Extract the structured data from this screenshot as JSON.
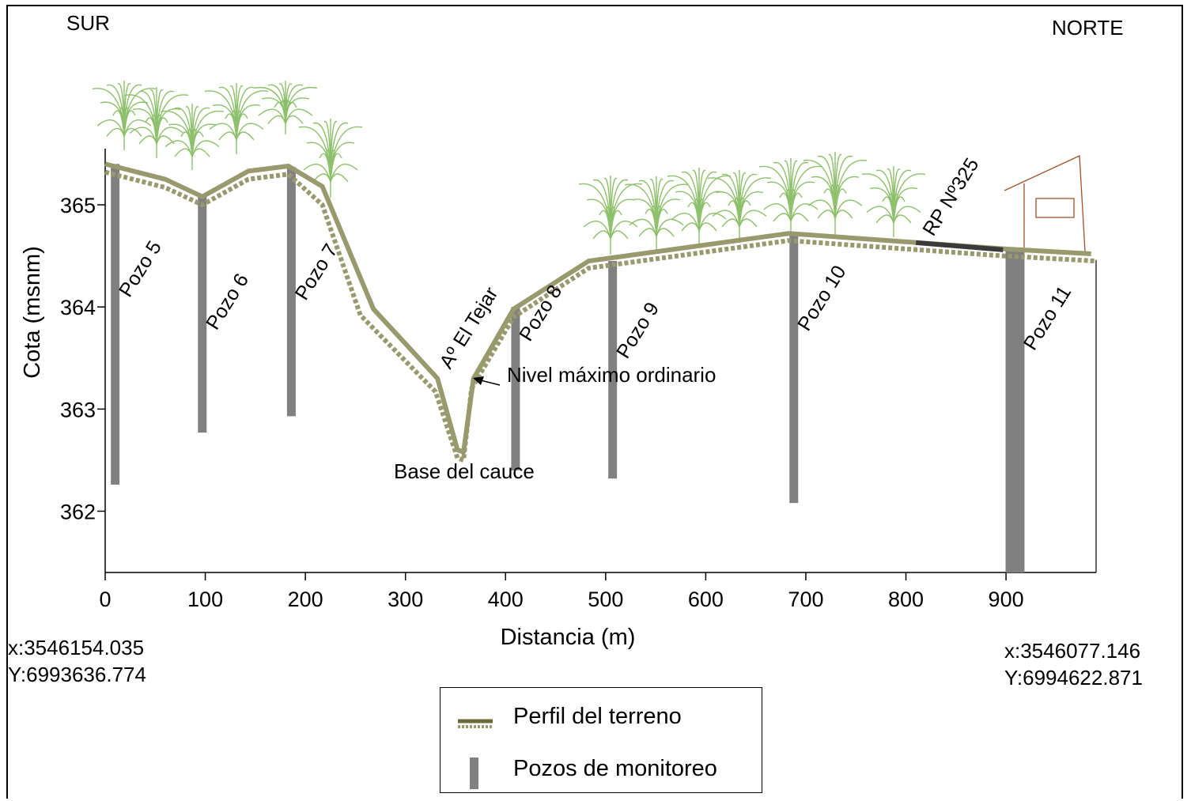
{
  "directions": {
    "left": "SUR",
    "right": "NORTE"
  },
  "coords": {
    "left_x": "x:3546154.035",
    "left_y": "Y:6993636.774",
    "right_x": "x:3546077.146",
    "right_y": "Y:6994622.871"
  },
  "legend": {
    "terrain": "Perfil del terreno",
    "wells": "Pozos de monitoreo"
  },
  "annotations": {
    "stream": "Aº El Tejar",
    "water_level": "Nivel máximo ordinario",
    "channel_base": "Base del cauce",
    "road": "RP Nº325"
  },
  "colors": {
    "terrain": "#989A6E",
    "terrain_dark": "#6B6B3A",
    "well": "#808080",
    "plant": "#8DC06A",
    "house": "#A0522D",
    "road": "#3A3A3A"
  },
  "chart_data": {
    "type": "line",
    "xlabel": "Distancia (m)",
    "ylabel": "Cota (msnm)",
    "xlim": [
      0,
      990
    ],
    "ylim": [
      361.4,
      365.55
    ],
    "xticks": [
      0,
      100,
      200,
      300,
      400,
      500,
      600,
      700,
      800,
      900
    ],
    "yticks": [
      362,
      363,
      364,
      365
    ],
    "series": [
      {
        "name": "Perfil del terreno",
        "x": [
          0,
          60,
          97,
          143,
          183,
          217,
          268,
          332,
          352,
          358,
          368,
          408,
          483,
          683,
          897,
          985
        ],
        "y": [
          365.4,
          365.25,
          365.08,
          365.33,
          365.38,
          365.18,
          363.98,
          363.3,
          362.6,
          362.58,
          363.3,
          363.98,
          364.45,
          364.72,
          364.57,
          364.52
        ]
      }
    ],
    "subsurface_line": {
      "x": [
        0,
        60,
        97,
        143,
        183,
        217,
        255,
        330,
        352,
        358,
        366,
        408,
        483,
        683,
        897,
        990
      ],
      "y": [
        365.32,
        365.17,
        365.0,
        365.25,
        365.3,
        365.0,
        363.92,
        363.17,
        362.52,
        362.5,
        363.2,
        363.9,
        364.38,
        364.65,
        364.5,
        364.45
      ]
    },
    "wells": [
      {
        "name": "Pozo 5",
        "x": 10,
        "top": 365.4,
        "bottom": 362.26
      },
      {
        "name": "Pozo 6",
        "x": 97,
        "top": 365.08,
        "bottom": 362.77
      },
      {
        "name": "Pozo 7",
        "x": 186,
        "top": 365.37,
        "bottom": 362.93
      },
      {
        "name": "Pozo 8",
        "x": 410,
        "top": 364.0,
        "bottom": 362.4
      },
      {
        "name": "Pozo 9",
        "x": 507,
        "top": 364.45,
        "bottom": 362.32
      },
      {
        "name": "Pozo 10",
        "x": 688,
        "top": 364.72,
        "bottom": 362.08
      },
      {
        "name": "Pozo 11",
        "x": 909,
        "top": 364.57,
        "bottom": 361.4
      }
    ],
    "grid": false,
    "legend": "bottom-center"
  }
}
